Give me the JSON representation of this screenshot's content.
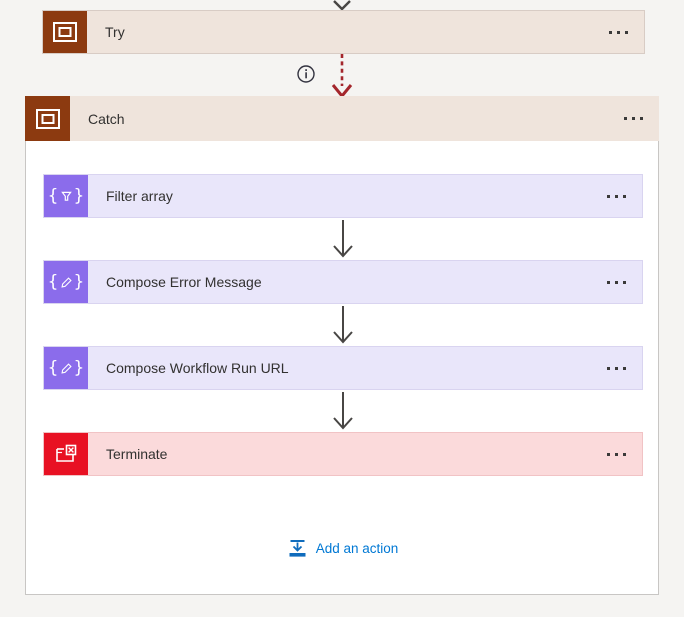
{
  "flow": {
    "try_scope": {
      "label": "Try",
      "icon": "scope-icon"
    },
    "catch_scope": {
      "label": "Catch",
      "icon": "scope-icon"
    },
    "run_after_indicator": {
      "icon": "info-icon",
      "state": "has-failed-run-after",
      "arrow_style": "dashed"
    },
    "actions": [
      {
        "label": "Filter array",
        "icon": "filter-array-icon",
        "kind": "data-operation"
      },
      {
        "label": "Compose Error Message",
        "icon": "compose-icon",
        "kind": "data-operation"
      },
      {
        "label": "Compose Workflow Run URL",
        "icon": "compose-icon",
        "kind": "data-operation"
      },
      {
        "label": "Terminate",
        "icon": "terminate-icon",
        "kind": "terminate"
      }
    ],
    "add_action": {
      "label": "Add an action",
      "icon": "add-action-icon"
    },
    "more_menu": {
      "icon": "ellipsis-icon"
    }
  },
  "colors": {
    "page_background": "#f5f4f2",
    "scope_header_background": "#efe4dc",
    "scope_icon_background": "#8c3a10",
    "scope_body_background": "#ffffff",
    "scope_border": "#c8c6c4",
    "dataop_row_background": "#e9e6fa",
    "dataop_icon_background": "#8b6ceb",
    "terminate_row_background": "#fbdadb",
    "terminate_icon_background": "#e81123",
    "arrow_gray": "#484644",
    "failed_arrow_red": "#a4262c",
    "link_blue": "#0078d4",
    "text_dark": "#323130"
  }
}
